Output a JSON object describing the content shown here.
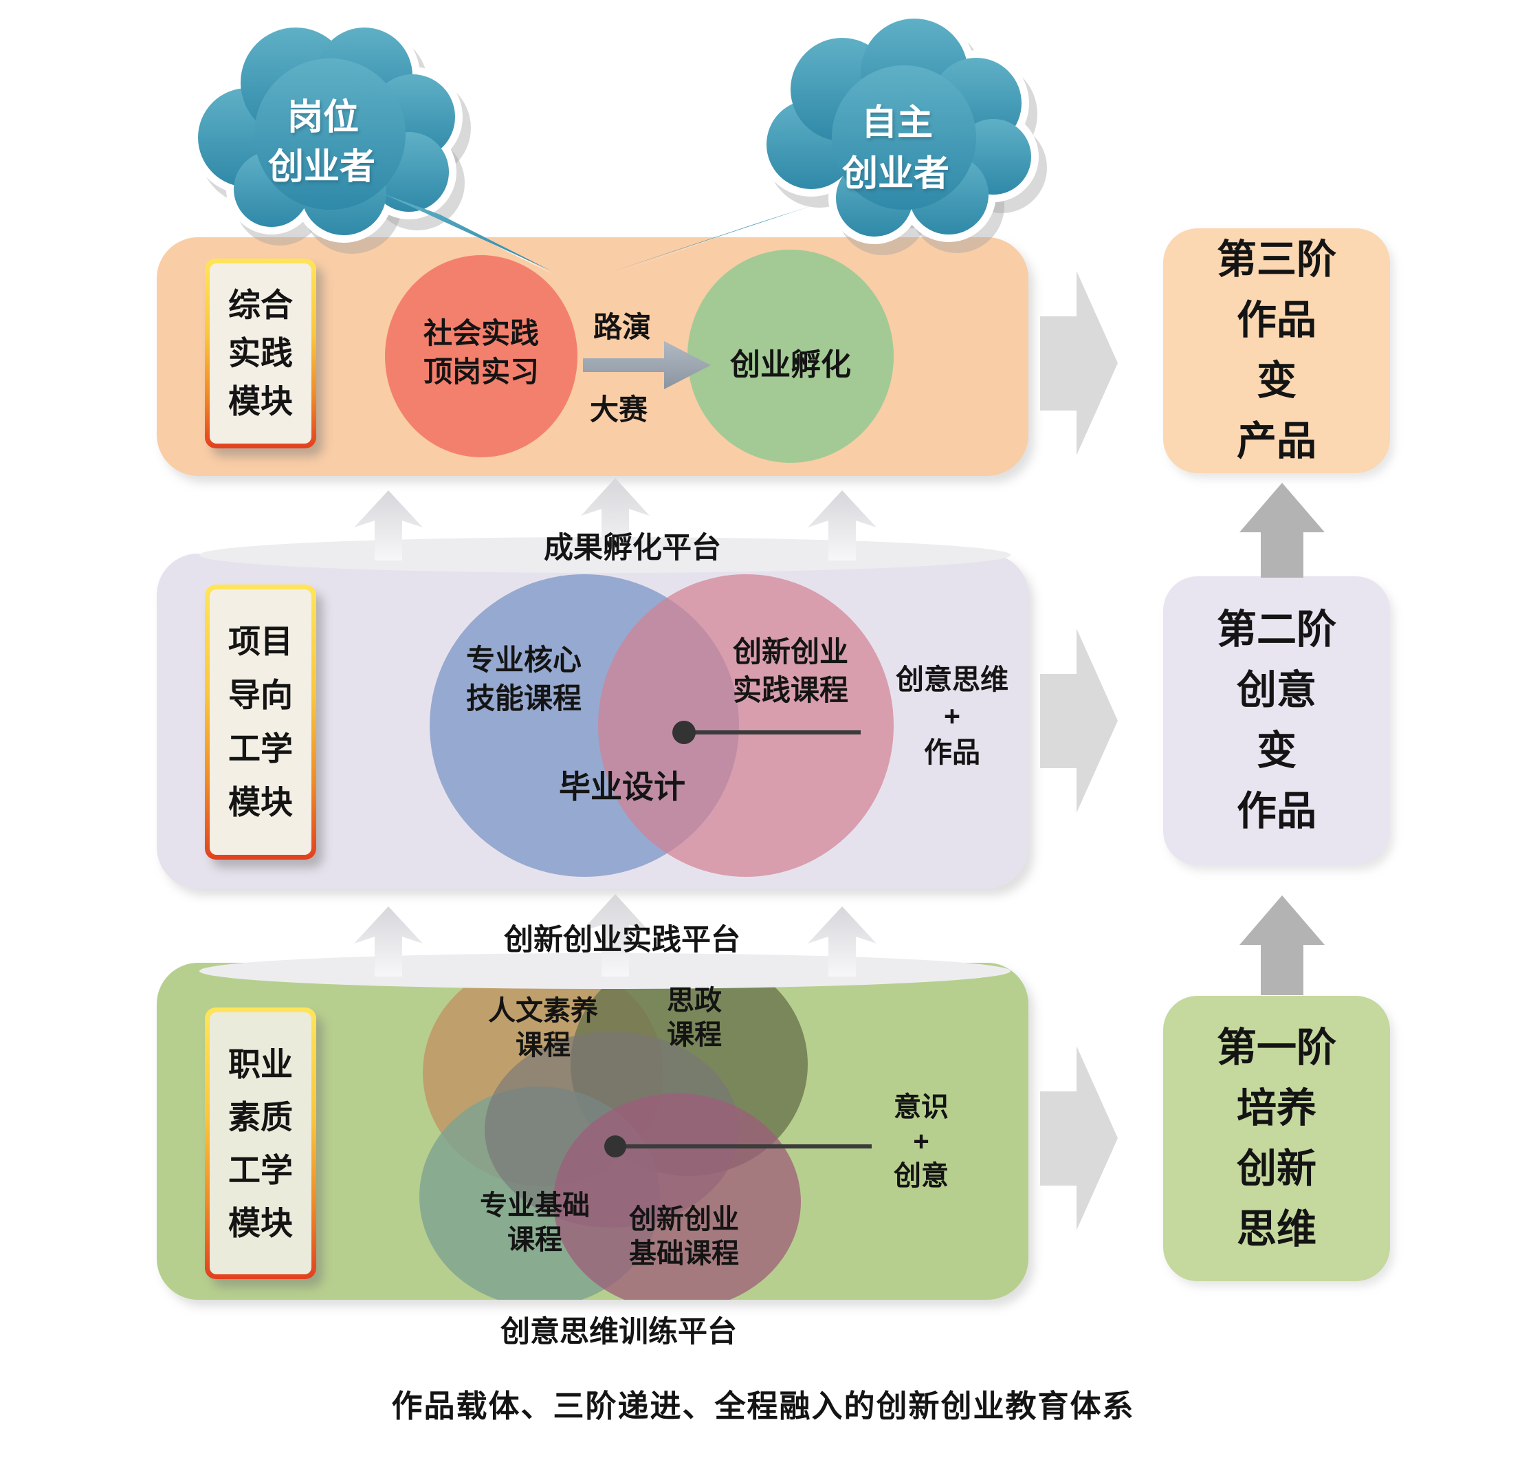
{
  "clouds": {
    "left_lines": [
      "岗位",
      "创业者"
    ],
    "right_lines": [
      "自主",
      "创业者"
    ]
  },
  "top_band": {
    "module_label_lines": [
      "综合",
      "实践",
      "模块"
    ],
    "practice_circle_lines": [
      "社会实践",
      "顶岗实习"
    ],
    "arrow_top_label": "路演",
    "arrow_bottom_label": "大赛",
    "incubation_circle_label": "创业孵化"
  },
  "middle_band": {
    "module_label_lines": [
      "项目",
      "导向",
      "工学",
      "模块"
    ],
    "core_skill_circle_lines": [
      "专业核心",
      "技能课程"
    ],
    "innovation_practice_circle_lines": [
      "创新创业",
      "实践课程"
    ],
    "overlap_label": "毕业设计",
    "callout_lines": [
      "创意思维",
      "+",
      "作品"
    ]
  },
  "bottom_band": {
    "module_label_lines": [
      "职业",
      "素质",
      "工学",
      "模块"
    ],
    "humanities_circle_lines": [
      "人文素养",
      "课程"
    ],
    "ideology_circle_lines": [
      "思政",
      "课程"
    ],
    "professional_basic_circle_lines": [
      "专业基础",
      "课程"
    ],
    "innovation_basic_circle_lines": [
      "创新创业",
      "基础课程"
    ],
    "callout_lines": [
      "意识",
      "+",
      "创意"
    ]
  },
  "platforms": {
    "incubation": "成果孵化平台",
    "practice": "创新创业实践平台",
    "training": "创意思维训练平台"
  },
  "stages": {
    "stage3_lines": [
      "第三阶",
      "作品",
      "变",
      "产品"
    ],
    "stage2_lines": [
      "第二阶",
      "创意",
      "变",
      "作品"
    ],
    "stage1_lines": [
      "第一阶",
      "培养",
      "创新",
      "思维"
    ]
  },
  "caption": "作品载体、三阶递进、全程融入的创新创业教育体系",
  "colors": {
    "cloud_teal": "#3e96b4",
    "practice_band": "#f9cda6",
    "project_band": "#e6e2ed",
    "quality_band": "#b7cf8e",
    "stage3_box": "#fbd8b2",
    "stage2_box": "#e8e5f1",
    "stage1_box": "#c5d89e",
    "social_practice_circle": "#f3806d",
    "incubation_circle": "#a3ca94",
    "core_skill_circle": "#829bc8",
    "innovation_practice_circle": "#d28291",
    "humanities_circle": "#c19464",
    "ideology_circle": "#6a744f",
    "professional_circle": "#7da392",
    "innovation_basic_circle": "#9e5e7a",
    "label_border_top": "#ffe55a",
    "label_border_bottom": "#e2401f",
    "arrow_gray": "#b3b3b3",
    "chevron_gray": "#dadada"
  }
}
